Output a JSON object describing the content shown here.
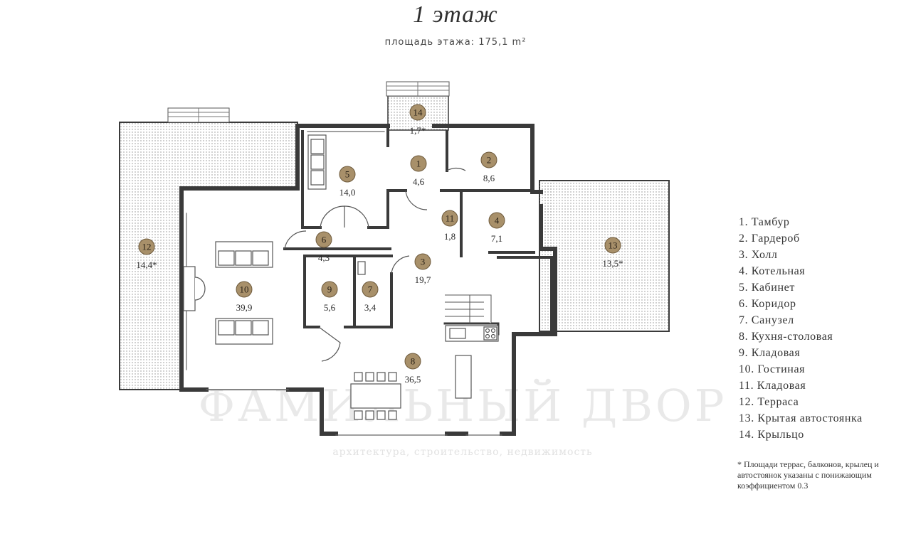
{
  "header": {
    "title": "1 этаж",
    "subtitle": "площадь этажа: 175,1 m²"
  },
  "colors": {
    "wall": "#3a3a3a",
    "badge": "#a8906a",
    "badge_border": "#6e5a3c",
    "hatch": "#9a9a9a",
    "line": "#555555"
  },
  "rooms": [
    {
      "num": "1",
      "area": "4,6"
    },
    {
      "num": "2",
      "area": "8,6"
    },
    {
      "num": "3",
      "area": "19,7"
    },
    {
      "num": "4",
      "area": "7,1"
    },
    {
      "num": "5",
      "area": "14,0"
    },
    {
      "num": "6",
      "area": "4,3"
    },
    {
      "num": "7",
      "area": "3,4"
    },
    {
      "num": "8",
      "area": "36,5"
    },
    {
      "num": "9",
      "area": "5,6"
    },
    {
      "num": "10",
      "area": "39,9"
    },
    {
      "num": "11",
      "area": "1,8"
    },
    {
      "num": "12",
      "area": "14,4*"
    },
    {
      "num": "13",
      "area": "13,5*"
    },
    {
      "num": "14",
      "area": "1,7*"
    }
  ],
  "legend": [
    "1. Тамбур",
    "2. Гардероб",
    "3. Холл",
    "4. Котельная",
    "5. Кабинет",
    "6. Коридор",
    "7. Санузел",
    "8. Кухня-столовая",
    "9. Кладовая",
    "10. Гостиная",
    "11. Кладовая",
    "12. Терраса",
    "13. Крытая автостоянка",
    "14. Крыльцо"
  ],
  "note": "* Площади террас, балконов, крылец и автостоянок указаны с понижающим коэффициентом 0.3",
  "watermark": {
    "line1": "ФАМИЛЬНЫЙ ДВОР",
    "line2": "архитектура, строительство, недвижимость"
  }
}
